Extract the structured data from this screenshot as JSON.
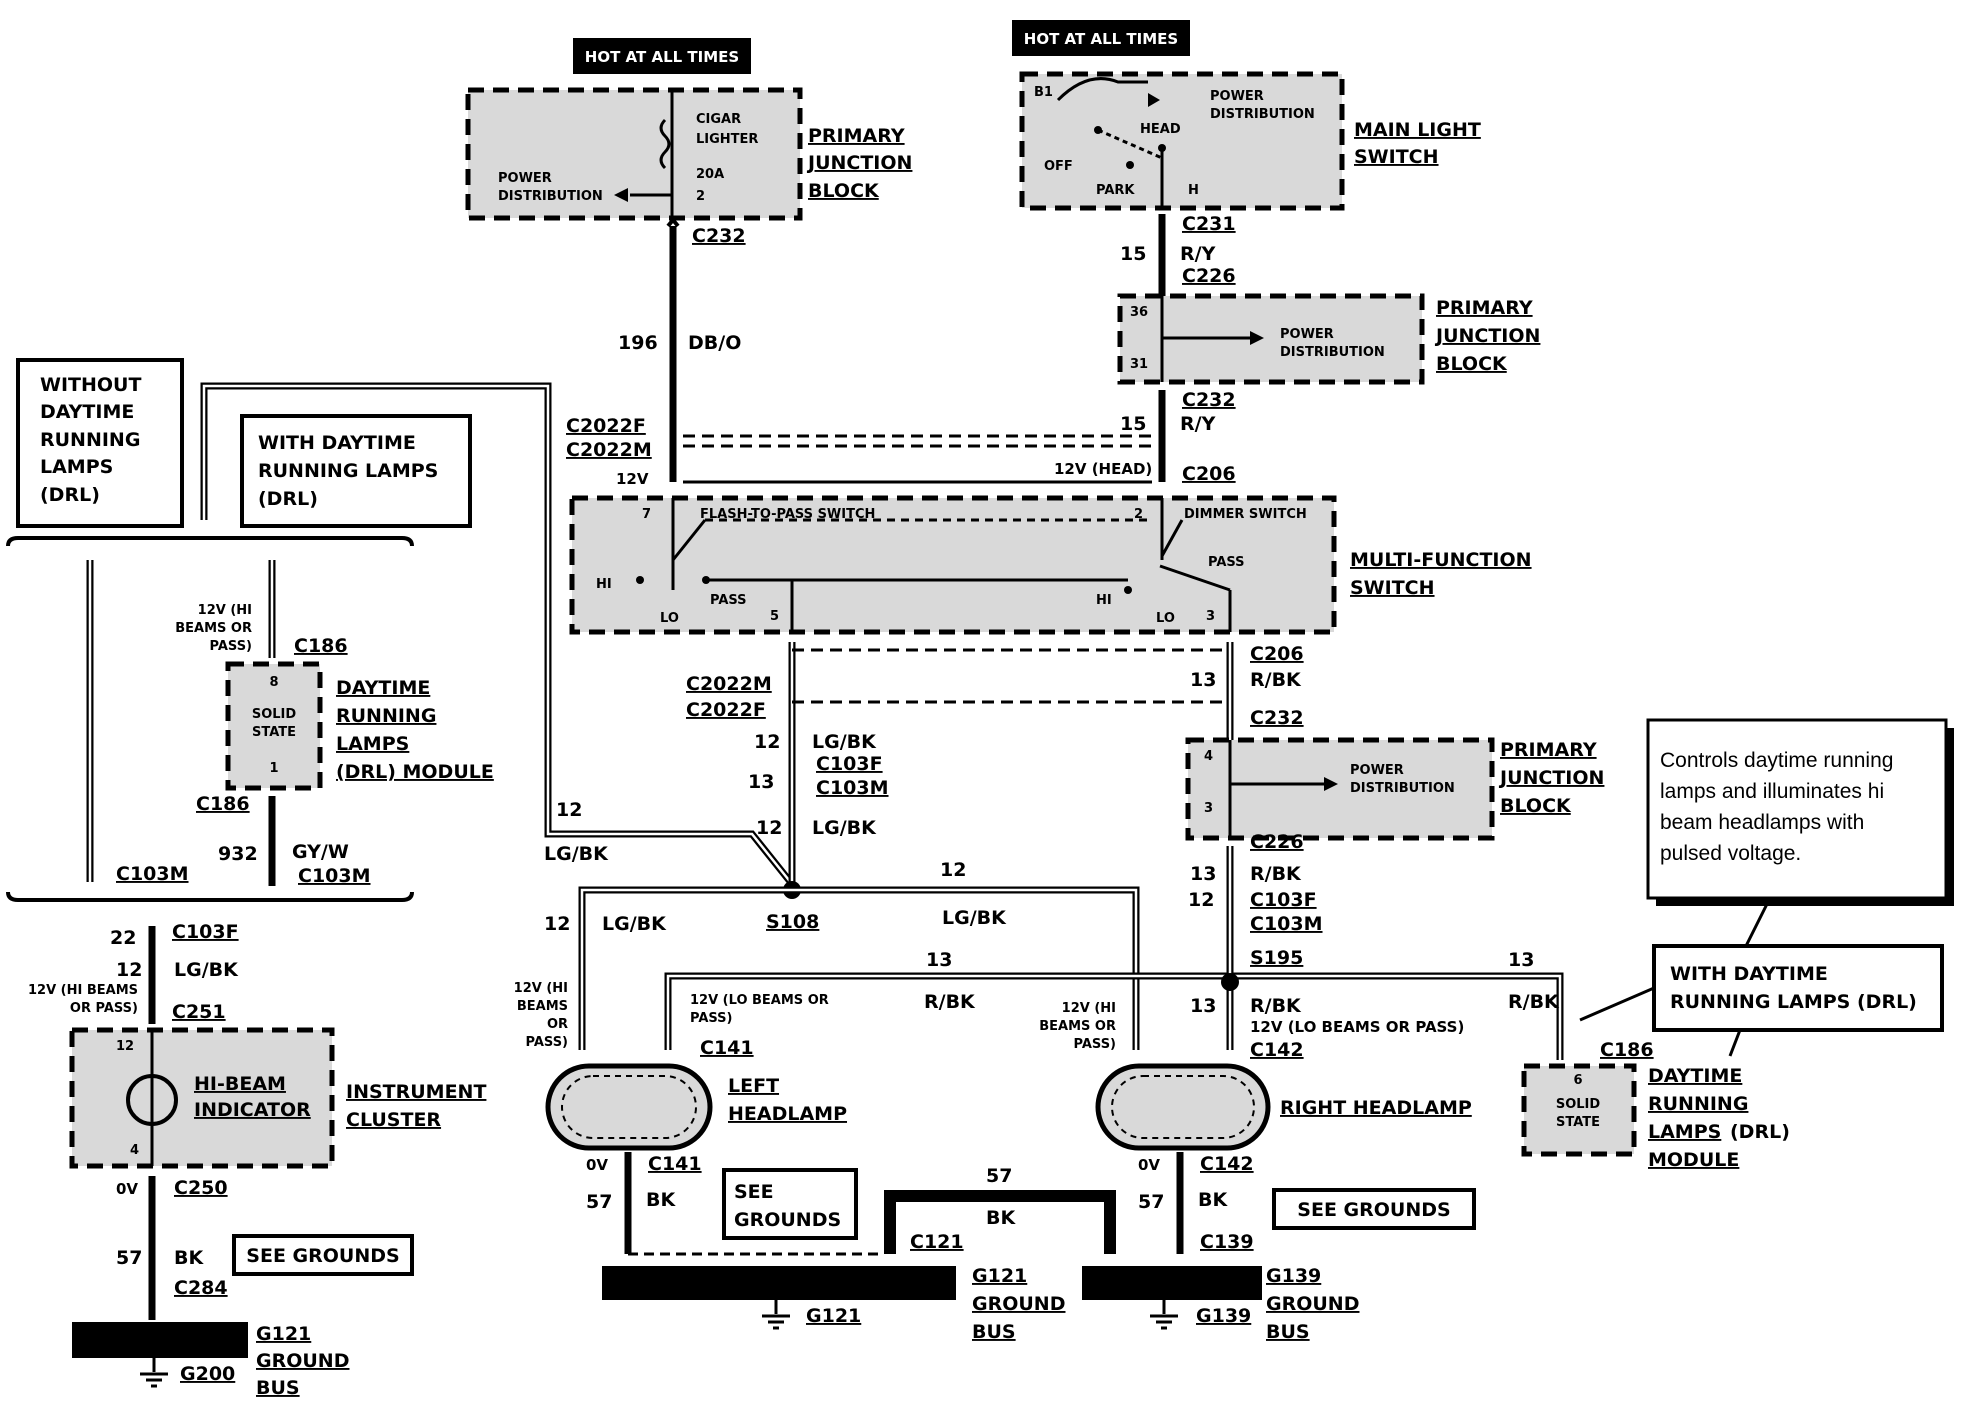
{
  "hot_labels": [
    "HOT AT ALL TIMES",
    "HOT AT ALL TIMES"
  ],
  "cigar_block": {
    "title": [
      "PRIMARY",
      "JUNCTION",
      "BLOCK"
    ],
    "cigar": [
      "CIGAR",
      "LIGHTER"
    ],
    "fuse": [
      "20A",
      "2"
    ],
    "power": [
      "POWER",
      "DISTRIBUTION"
    ],
    "connector": "C232"
  },
  "main_light": {
    "title": [
      "MAIN LIGHT",
      "SWITCH"
    ],
    "b1": "B1",
    "power": [
      "POWER",
      "DISTRIBUTION"
    ],
    "head": "HEAD",
    "off": "OFF",
    "park": "PARK",
    "h": "H",
    "connector": "C231"
  },
  "pjb2": {
    "title": [
      "PRIMARY",
      "JUNCTION",
      "BLOCK"
    ],
    "pin_top": "36",
    "pin_bottom": "31",
    "power": [
      "POWER",
      "DISTRIBUTION"
    ],
    "c_top": "C226",
    "c_bottom": "C232"
  },
  "wires": {
    "w196": "196",
    "db_o": "DB/O",
    "w15a": "15",
    "ry_a": "R/Y",
    "w15b": "15",
    "ry_b": "R/Y",
    "c2022f_top": "C2022F",
    "c2022m_top": "C2022M",
    "v12": "12V",
    "v12head": "12V (HEAD)",
    "c206_top": "C206"
  },
  "mfs": {
    "title": [
      "MULTI-FUNCTION",
      "SWITCH"
    ],
    "pin7": "7",
    "flash": "FLASH-TO-PASS SWITCH",
    "pin2": "2",
    "dimmer": "DIMMER SWITCH",
    "hi_left": "HI",
    "lo_left": "LO",
    "pass_left": "PASS",
    "pin5": "5",
    "hi_right": "HI",
    "lo_right": "LO",
    "pass_right": "PASS",
    "pin3": "3"
  },
  "left_panel": {
    "without_drl": [
      "WITHOUT",
      "DAYTIME",
      "RUNNING",
      "LAMPS",
      "(DRL)"
    ],
    "with_drl": [
      "WITH DAYTIME",
      "RUNNING LAMPS",
      "(DRL)"
    ],
    "v12_hi": [
      "12V (HI",
      "BEAMS OR",
      "PASS)"
    ],
    "c186_top": "C186",
    "drl_pin8": "8",
    "solid_state": [
      "SOLID",
      "STATE"
    ],
    "drl_pin1": "1",
    "drl_title": [
      "DAYTIME",
      "RUNNING",
      "LAMPS",
      "(DRL) MODULE"
    ],
    "c186_bottom": "C186",
    "w932": "932",
    "gy_w": "GY/W",
    "c103m_right": "C103M",
    "c103m_left": "C103M"
  },
  "cluster": {
    "w22": "22",
    "c103f": "C103F",
    "w12": "12",
    "lg_bk": "LG/BK",
    "v12_hi": [
      "12V (HI BEAMS",
      "OR PASS)"
    ],
    "c251": "C251",
    "pin12": "12",
    "hibeam": [
      "HI-BEAM",
      "INDICATOR"
    ],
    "title": [
      "INSTRUMENT",
      "CLUSTER"
    ],
    "pin4": "4",
    "v0": "0V",
    "c250": "C250",
    "w57": "57",
    "bk": "BK",
    "see_grounds": "SEE GROUNDS",
    "c284": "C284",
    "bus_title": [
      "G121",
      "GROUND",
      "BUS"
    ],
    "g200": "G200"
  },
  "center": {
    "c2022m": "C2022M",
    "c2022f": "C2022F",
    "w12a": "12",
    "lgbk_a": "LG/BK",
    "c103f": "C103F",
    "w13": "13",
    "c103m": "C103M",
    "w12b": "12",
    "lgbk_b": "LG/BK",
    "w12c": "12",
    "lgbk_c": "LG/BK",
    "w12d": "12",
    "w12e": "12",
    "lgbk_e": "LG/BK",
    "s108": "S108",
    "w12f": "12",
    "lgbk_f": "LG/BK",
    "w13b": "13",
    "rbk_b": "R/BK"
  },
  "right_col": {
    "c206": "C206",
    "w13": "13",
    "rbk": "R/BK",
    "c232": "C232",
    "pjb_title": [
      "PRIMARY",
      "JUNCTION",
      "BLOCK"
    ],
    "pin4": "4",
    "pin3": "3",
    "power": [
      "POWER",
      "DISTRIBUTION"
    ],
    "c226": "C226",
    "w13b": "13",
    "rbk_b": "R/BK",
    "w12": "12",
    "c103f": "C103F",
    "c103m": "C103M",
    "s195": "S195",
    "w13c": "13",
    "rbk_c": "R/BK",
    "lo_beams": "12V (LO BEAMS OR PASS)",
    "c142": "C142",
    "w13d": "13",
    "rbk_d": "R/BK"
  },
  "left_headlamp": {
    "v12_hi": [
      "12V (HI",
      "BEAMS",
      "OR",
      "PASS)"
    ],
    "v12_lo": [
      "12V (LO BEAMS OR",
      "PASS)"
    ],
    "c141": "C141",
    "title": [
      "LEFT",
      "HEADLAMP"
    ],
    "v0": "0V",
    "c141b": "C141",
    "w57": "57",
    "bk": "BK",
    "see_grounds": [
      "SEE",
      "GROUNDS"
    ]
  },
  "right_headlamp": {
    "v12_hi": [
      "12V (HI",
      "BEAMS OR",
      "PASS)"
    ],
    "title": "RIGHT HEADLAMP",
    "v0": "0V",
    "c142b": "C142",
    "w57": "57",
    "bk": "BK",
    "see_grounds": "SEE GROUNDS",
    "c139": "C139"
  },
  "ground_link": {
    "w57": "57",
    "bk": "BK",
    "c121": "C121"
  },
  "g121_bus": {
    "title": [
      "G121",
      "GROUND",
      "BUS"
    ],
    "g": "G121"
  },
  "g139_bus": {
    "title": [
      "G139",
      "GROUND",
      "BUS"
    ],
    "g": "G139"
  },
  "drl_right": {
    "callout": [
      "Controls daytime running",
      "lamps and illuminates hi",
      "beam headlamps with",
      "pulsed voltage."
    ],
    "with_drl": [
      "WITH DAYTIME",
      "RUNNING LAMPS (DRL)"
    ],
    "c186": "C186",
    "pin6": "6",
    "solid_state": [
      "SOLID",
      "STATE"
    ],
    "title_a": "DAYTIME",
    "title_b": "RUNNING",
    "title_c": "LAMPS",
    "title_c2": "(DRL)",
    "title_d": "MODULE"
  }
}
